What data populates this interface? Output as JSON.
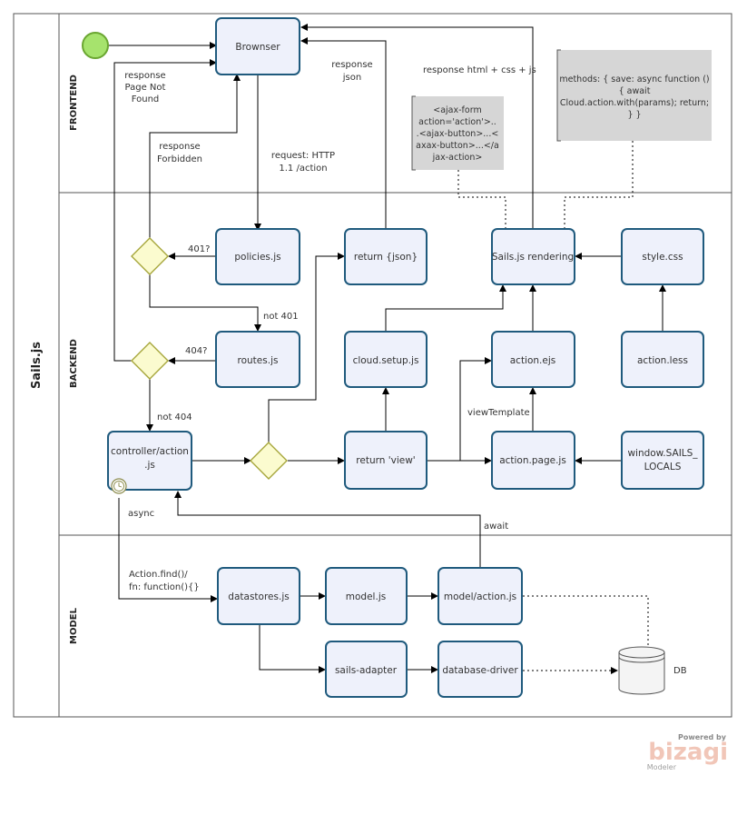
{
  "pool": {
    "title": "Sails.js"
  },
  "lanes": {
    "frontend": "FRONTEND",
    "backend": "BACKEND",
    "model": "MODEL"
  },
  "tasks": {
    "browser": "Brownser",
    "policies": "policies.js",
    "routes": "routes.js",
    "controller_line1": "controller/action",
    "controller_line2": ".js",
    "return_json": "return {json}",
    "cloud_setup": "cloud.setup.js",
    "return_view": "return 'view'",
    "sails_rendering": "Sails.js rendering",
    "action_ejs": "action.ejs",
    "action_page": "action.page.js",
    "style_css": "style.css",
    "action_less": "action.less",
    "window_locals_line1": "window.SAILS_",
    "window_locals_line2": "LOCALS",
    "datastores": "datastores.js",
    "model": "model.js",
    "model_action": "model/action.js",
    "sails_adapter": "sails-adapter",
    "database_driver": "database-driver"
  },
  "data_store": {
    "label": "DB"
  },
  "annotations": {
    "ajax_form": [
      "<ajax-form",
      "action='action'>..",
      ".<ajax-button>...<",
      "axax-button>...</a",
      "jax-action>"
    ],
    "methods": [
      "methods: { save: async function ()",
      "{    await",
      "Cloud.action.with(params); return;",
      "} }"
    ]
  },
  "edge_labels": {
    "response_not_found": [
      "response",
      "Page Not",
      "Found"
    ],
    "response_forbidden": [
      "response",
      "Forbidden"
    ],
    "request": [
      "request: HTTP",
      "1.1 /action"
    ],
    "response_json": [
      "response",
      "json"
    ],
    "response_html": "response html + css + js",
    "code_401": "401?",
    "not_401": "not 401",
    "code_404": "404?",
    "not_404": "not 404",
    "async": "async",
    "await": "await",
    "action_find": [
      "Action.find()/",
      "fn: function(){}"
    ],
    "view_template": "viewTemplate"
  },
  "branding": {
    "powered_by": "Powered by",
    "name": "bizagi",
    "product": "Modeler"
  },
  "colors": {
    "task_fill": "#eef1fb",
    "task_stroke": "#1f5a7d",
    "gateway_fill": "#fbfbcf",
    "start_event": "#a6e36d",
    "annotation": "#d6d6d6"
  }
}
